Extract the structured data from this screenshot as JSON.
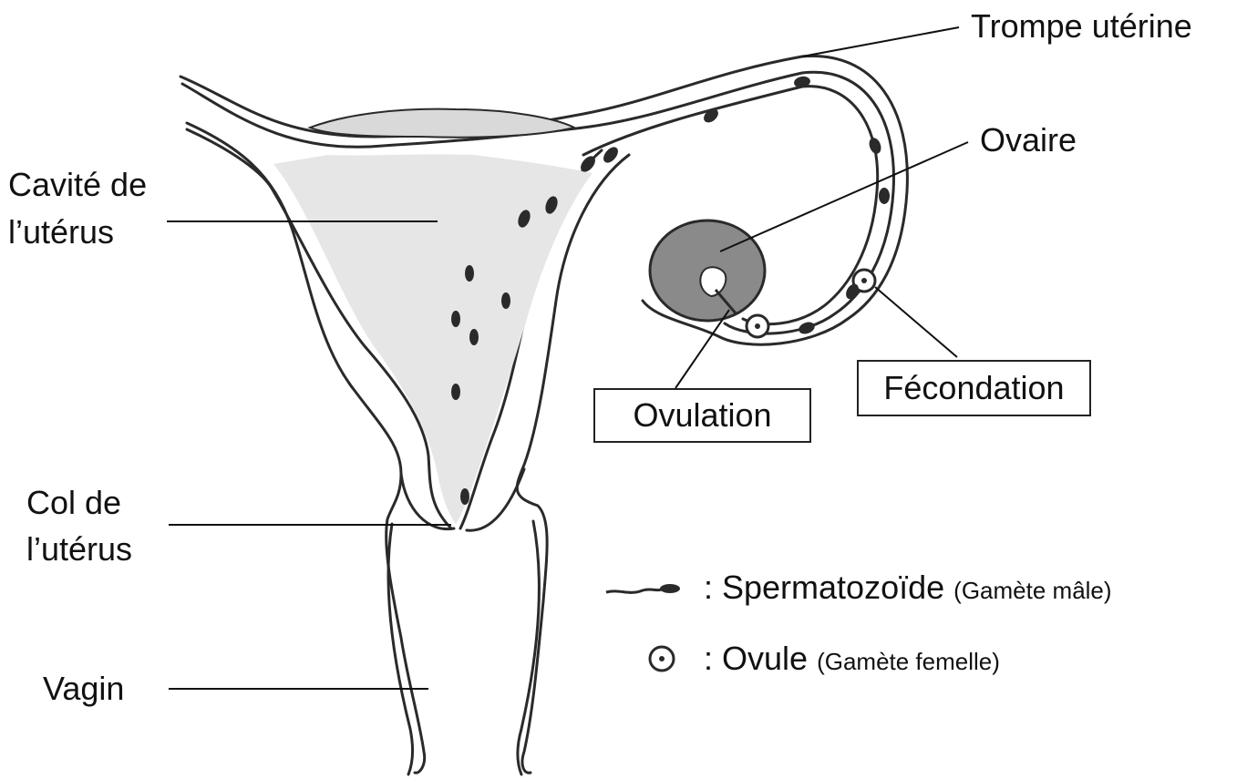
{
  "labels": {
    "trompe": "Trompe utérine",
    "ovaire": "Ovaire",
    "cavite_line1": "Cavité de",
    "cavite_line2": "l’utérus",
    "col_line1": "Col de",
    "col_line2": "l’utérus",
    "vagin": "Vagin",
    "ovulation": "Ovulation",
    "fecondation": "Fécondation"
  },
  "legend": {
    "sperm_term": ": Spermatozoïde",
    "sperm_note": "(Gamète mâle)",
    "ovule_term": ": Ovule",
    "ovule_note": "(Gamète femelle)"
  },
  "colors": {
    "ink": "#2a2a2a",
    "tissue": "#d9d9d9",
    "ovary_fill": "#8a8a8a"
  }
}
